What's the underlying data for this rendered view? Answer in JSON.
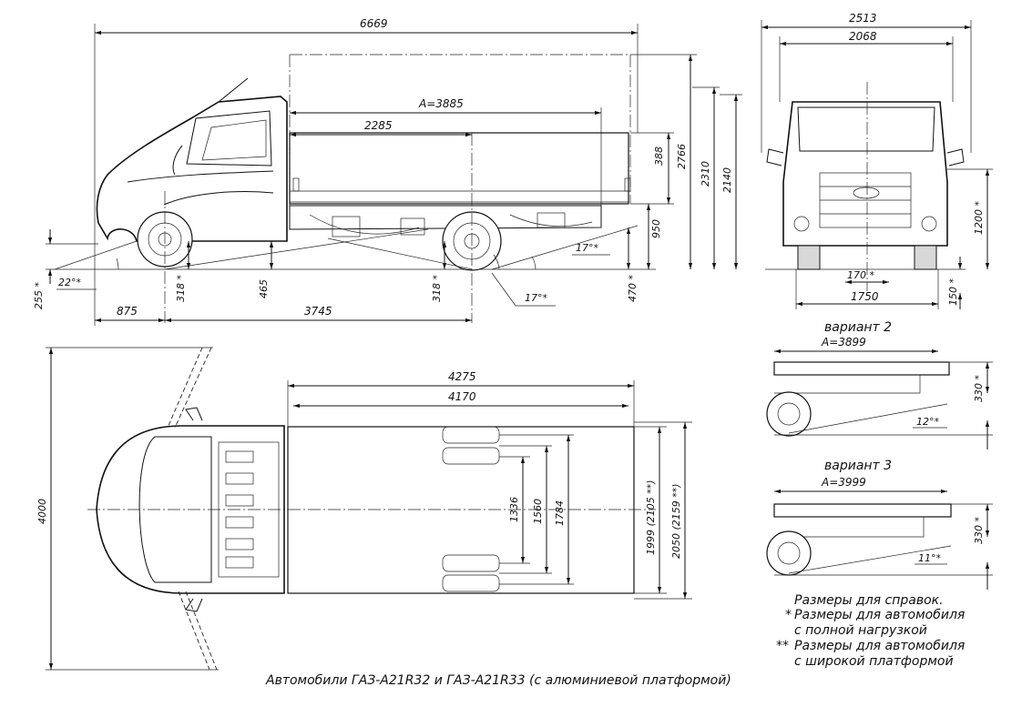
{
  "side_view": {
    "overall_length": "6669",
    "body_length": "A=3885",
    "to_rear_axle": "2285",
    "side_height": "388",
    "height_total": "2766",
    "cab_height": "2310",
    "height_2140": "2140",
    "deck_height": "950",
    "front_overhang": "875",
    "wheelbase": "3745",
    "ground_clearance_front": "255 *",
    "approach_angle": "22°*",
    "front_axle_clearance": "318 *",
    "frame_clearance": "465",
    "rear_axle_clearance": "318 *",
    "departure_clearance": "470 *",
    "ramp_angle": "17°*",
    "departure_angle": "17°*"
  },
  "front_view": {
    "mirror_width": "2513",
    "cab_width": "2068",
    "height_1200": "1200 *",
    "axle_clearance": "170 *",
    "track_width": "1750",
    "min_clearance": "150 *"
  },
  "top_view": {
    "body_outer": "4275",
    "body_inner": "4170",
    "turning_diameter": "4000",
    "track_1336": "1336",
    "track_1560": "1560",
    "track_1784": "1784",
    "width_1999": "1999 (2105 **)",
    "width_2050": "2050 (2159 **)"
  },
  "variants": [
    {
      "title": "вариант 2",
      "body": "A=3899",
      "height": "330 *",
      "angle": "12°*"
    },
    {
      "title": "вариант 3",
      "body": "A=3999",
      "height": "330 *",
      "angle": "11°*"
    }
  ],
  "notes": {
    "line1": "Размеры для справок.",
    "star1": "*",
    "line2": "Размеры для автомобиля",
    "line3": "с полной нагрузкой",
    "star2": "**",
    "line4": "Размеры для автомобиля",
    "line5": "с широкой платформой"
  },
  "caption": "Автомобили ГАЗ-А21R32 и ГАЗ-А21R33 (с алюминиевой платформой)"
}
